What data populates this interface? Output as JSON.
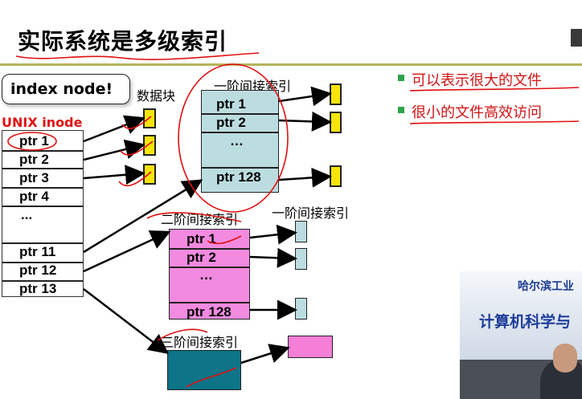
{
  "slide": {
    "title": "实际系统是多级索引",
    "callout": "index node!",
    "inode_label": "UNIX inode",
    "data_block_label": "数据块",
    "single_indirect_label": "一阶间接索引",
    "double_indirect_label": "二阶间接索引",
    "single_indirect_label_2": "一阶间接索引",
    "triple_indirect_label": "三阶间接索引",
    "inode_ptrs": [
      "ptr 1",
      "ptr 2",
      "ptr 3",
      "ptr 4",
      "...",
      "ptr 11",
      "ptr 12",
      "ptr 13"
    ],
    "single_block_ptrs": [
      "ptr 1",
      "ptr 2",
      "…",
      "ptr 128"
    ],
    "double_block_ptrs": [
      "ptr 1",
      "ptr 2",
      "…",
      "ptr 128"
    ],
    "bullets": [
      "可以表示很大的文件",
      "很小的文件高效访问"
    ]
  },
  "video": {
    "line1": "哈尔滨工业",
    "line2": "计算机科学与"
  },
  "colors": {
    "data_block": "#f7e40a",
    "single_block": "#bcdde0",
    "double_block": "#f28adf",
    "triple_block": "#0e7487",
    "bullet_text": "#d01414",
    "bullet_marker": "#2fa34b",
    "annotation_ink": "#e01010"
  }
}
